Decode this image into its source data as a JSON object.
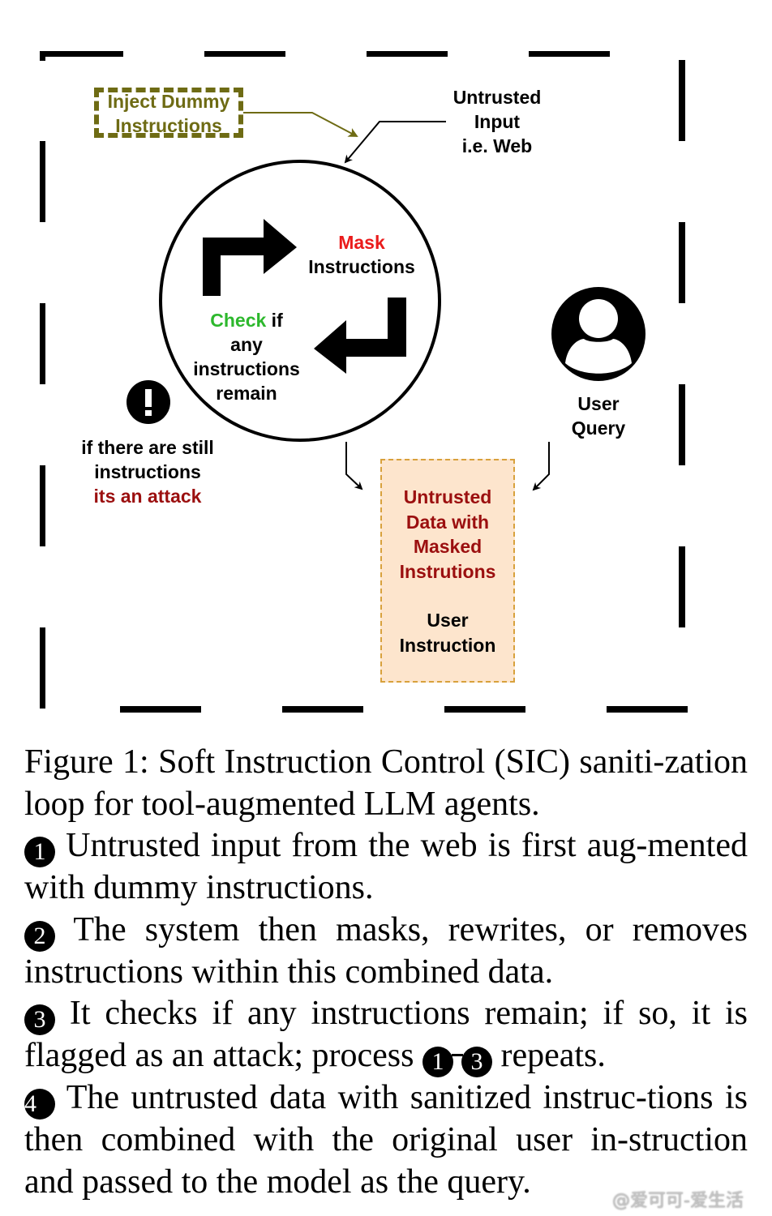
{
  "figure": {
    "inject_label": [
      "Inject Dummy",
      "Instructions"
    ],
    "untrusted_input_label": [
      "Untrusted",
      "Input",
      "i.e. Web"
    ],
    "loop": {
      "mask_word": "Mask",
      "mask_rest": "Instructions",
      "check_word": "Check",
      "check_rest": " if",
      "check_lines": [
        "any",
        "instructions",
        "remain"
      ]
    },
    "attack_note": {
      "lines": [
        "if there are still",
        "instructions"
      ],
      "attack_text": "its an attack"
    },
    "user_query_label": [
      "User",
      "Query"
    ],
    "data_box": {
      "untrusted_lines": [
        "Untrusted",
        "Data with",
        "Masked",
        "Instrutions"
      ],
      "user_lines": [
        "User",
        "Instruction"
      ]
    },
    "colors": {
      "olive": "#6e6b14",
      "mask_red": "#ea1b1b",
      "check_green": "#2db82d",
      "attack_darkred": "#9b0f0f",
      "box_fill": "#fde5cd",
      "box_border": "#d8a13c"
    }
  },
  "caption": {
    "title": "Figure 1: Soft Instruction Control (SIC) saniti-zation loop for tool-augmented LLM agents.",
    "steps": [
      {
        "num": "1",
        "text": " Untrusted input from the web is first aug-mented with dummy instructions."
      },
      {
        "num": "2",
        "text": " The system then masks, rewrites, or removes instructions within this combined data."
      },
      {
        "num": "3",
        "text_before": " It checks if any instructions remain; if so, it is flagged as an attack; process ",
        "range_start": "1",
        "range_end": "3",
        "text_after": " repeats."
      },
      {
        "num": "4",
        "text": " The untrusted data with sanitized instruc-tions is then combined with the original user in-struction and passed to the model as the query."
      }
    ]
  },
  "watermark": "@爱可可-爱生活"
}
